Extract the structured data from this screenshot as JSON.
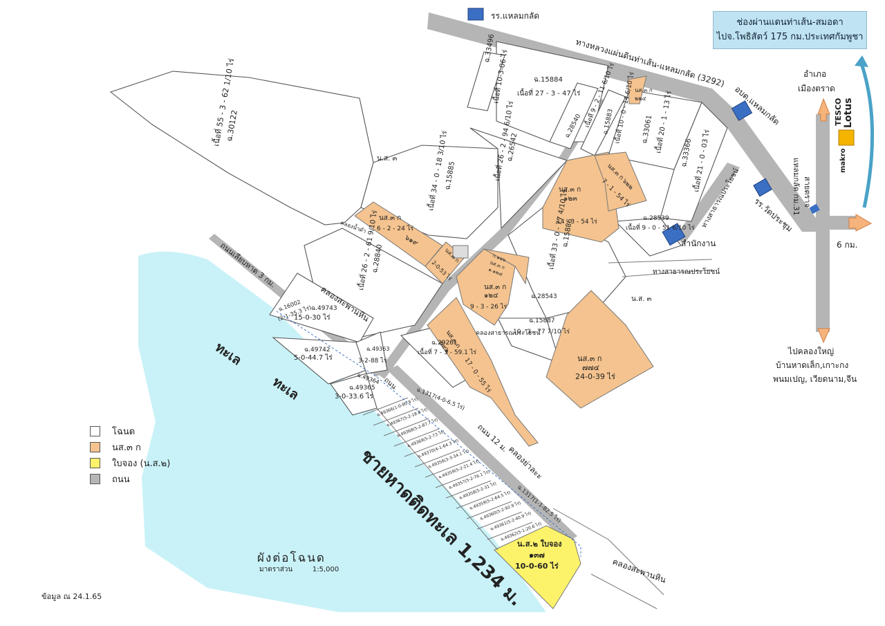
{
  "info_box": {
    "line1": "ช่องผ่านแดนท่าเส้น-สมอดา",
    "line2": "ไปจ.โพธิสัตว์ 175 กม.ประเทศกัมพูชา"
  },
  "roads": {
    "highway": "ทางหลวงแผ่นดินท่าเส้น-แหลมกลัด (3292)",
    "beach_road": "ถนนเลียบหาด 3 กม.",
    "trat_road": "สายตราจ",
    "laem_klat_km": "แหลมกลัด กม.31",
    "road_12m": "ถนน 12 ม.",
    "road_small": "ถนน",
    "public_way_1": "ทางสาธารณประโยชน์",
    "public_way_2": "ทางสาธารณประโยชน์",
    "public_canal": "คลองสาธารณประโยชน์"
  },
  "places": {
    "school_laem_klat": "รร.แหลมกลัด",
    "obt_laem_klat": "อบต.แหลมกลัด",
    "school_wat": "รร.วัดประชุม",
    "office": "สำนักงาน",
    "district": "อำเภอ",
    "mueang_trat": "เมืองตราด",
    "six_km": "6 กม.",
    "khlong_yai_1": "ไปคลองใหญ่",
    "khlong_yai_2": "บ้านหาดเล็ก,เกาะกง",
    "khlong_yai_3": "พนมเปญ, เวียดนาม,จีน",
    "store_tesco": "TESCO",
    "store_lotus": "Lotus",
    "store_makro": "makro",
    "sea_1": "ทะเล",
    "sea_2": "ทะเล",
    "beach_front": "ชายหาดติดทะเล 1,234 ม.",
    "khlong_saphan_hin_1": "คลองสะพานหิน",
    "khlong_saphan_hin_2": "คลองสะพานหิน",
    "khlong_ya_la": "คลองย่าละะ",
    "khlong_small": "คลองน้ำดำ",
    "ns3_a": "น.ส. ๓",
    "ns3_b": "น.ส. ๓"
  },
  "parcels": {
    "p33496": {
      "id": "ฉ.33496",
      "area": "เนื้อที่ 10-3-06 ไร่"
    },
    "p15884": {
      "id": "ฉ.15884",
      "area": "เนื้อที่ 27 - 3 - 47 ไร่"
    },
    "p28540": {
      "id": "ฉ.28540",
      "area": "เนื้อที่ 9 - 2 - 11 6/10 ไร่"
    },
    "p15883": {
      "id": "ฉ.15883",
      "area": "เนื้อที่ 10 - 0 - 14 6/10 ไร่"
    },
    "p33061": {
      "id": "ฉ.33061",
      "area": "เนื้อที่ 20 - 1 - 13 ไร่"
    },
    "p33366": {
      "id": "ฉ.33366",
      "area": "เนื้อที่ 21 - 0 - 03 ไร่"
    },
    "p30122": {
      "id": "ฉ.30122",
      "area": "เนื้อที่ 55 - 3 - 62 1/10 ไร่"
    },
    "p26542": {
      "id": "ฉ.26542",
      "area": "เนื้อที่ 26 - 2 - 94 6/10 ไร่"
    },
    "p15885": {
      "id": "ฉ.15885",
      "area": "เนื้อที่ 34 - 0 - 18 3/10 ไร่"
    },
    "p15886": {
      "id": "ฉ.15886",
      "area": "เนื้อที่ 33 - 0 - 77 4/10 ไร่"
    },
    "p28539": {
      "id": "ฉ.28539",
      "area": "เนื้อที่ 9 - 0 - 51 6/10 ไร่"
    },
    "p28840": {
      "id": "ฉ.28840",
      "area": "เนื้อที่ 26 - 2 - 61 9/10 ไร่"
    },
    "p28543": {
      "id": "ฉ.28543",
      "area": ""
    },
    "p15887": {
      "id": "ฉ.15887",
      "area": "10 - 3 - 77 7/10 ไร่"
    },
    "p49743": {
      "id": "ฉ.49743",
      "area": "15-0-30 ไร่"
    },
    "p49742": {
      "id": "ฉ.49742",
      "area": "5-0-44.7 ไร่"
    },
    "p49363": {
      "id": "ฉ.49363",
      "area": "3-2-88 ไร่"
    },
    "p49365": {
      "id": "ฉ.49365",
      "area": "3-0-33.6 ไร่"
    },
    "p29261": {
      "id": "ฉ.29261",
      "area": "เนื้อที่ 7 - 3 - 59.1 ไร่"
    },
    "p49364": {
      "id": "ฉ.49364",
      "area": ""
    },
    "p16002": {
      "id": "ฉ.16002",
      "area": "(2-1-35.3 ไร่)"
    },
    "p1317a": {
      "id": "ฉ.1317(4-0-6.5 ไร่)",
      "area": ""
    },
    "p1317b": {
      "id": "ฉ.1317(1-1-82.5 ไร่)",
      "area": ""
    }
  },
  "ns3k": {
    "a": {
      "id": "นส.๓ ก",
      "num": "๖๑๙",
      "area": "6 - 2 - 24 ไร่"
    },
    "b": {
      "id": "นส.๓ ก",
      "num": "๑๒๓",
      "area": "14 - 3 - 54 ไร่"
    },
    "c": {
      "id": "นส.๓ ก",
      "num": "๖๒๒",
      "area": "7 - 1 - 54 ไร่"
    },
    "d": {
      "id": "นส.๓ ก",
      "num": "๑๒๔",
      "area": "9 - 3 - 26 ไร่"
    },
    "e": {
      "id": "นส.๓ ก",
      "num": "๗๙๖",
      "area": "17 - 0 - 55 ไร่"
    },
    "f": {
      "id": "นส.๓ ก",
      "num": "๗๗๔",
      "area": "24-0-39 ไร่"
    },
    "g": {
      "id": "นส.๓ ก",
      "num": "๒๒๔",
      "area": ""
    },
    "h": {
      "id": "นส.๓ ก",
      "num": "๑๒๕",
      "area": "2-0-53 ไร่"
    },
    "i": {
      "id": "ก.๑๒๖",
      "num": "นส.๓ ก",
      "area": "๑.๑๒๘"
    }
  },
  "ns2": {
    "line1": "น.ส.๒ ใบจอง",
    "line2": "๑๓๗",
    "line3": "10-0-60 ไร่"
  },
  "small_lots": [
    "ฉ.49366(1-0-90.9 ไร่)",
    "ฉ.49367(5-2-18.8 ไร่)",
    "ฉ.49368(5-2-87.7 ไร่)",
    "ฉ.49369(5-2-73 ไร่)",
    "ฉ.49370(4-1-64.3 ไร่)",
    "ฉ.49356(3-3-34.1 ไร่)",
    "ฉ.49359(5-2-21.4 ไร่)",
    "ฉ.49357(5-2-76.1 ไร่)",
    "ฉ.49358(5-2-31 ไร่)",
    "ฉ.49359(5-2-64.5 ไร่)",
    "ฉ.49360(5-2-92.9 ไร่)",
    "ฉ.49361(5-2-40.9 ไร่)",
    "ฉ.49362(5-1-20.6 ไร่)"
  ],
  "legend": {
    "items": [
      {
        "label": "โฉนด",
        "color": "#ffffff"
      },
      {
        "label": "นส.๓ ก",
        "color": "#f4c38f"
      },
      {
        "label": "ใบจอง (น.ส.๒)",
        "color": "#fdf36b"
      },
      {
        "label": "ถนน",
        "color": "#b5b5b5"
      }
    ]
  },
  "scale": {
    "title": "ผังต่อโฉนด",
    "label": "มาตราส่วน",
    "value": "1:5,000"
  },
  "footer": {
    "data_date": "ข้อมูล ณ 24.1.65"
  },
  "colors": {
    "sea": "#c9f2f8",
    "orange": "#f4c38f",
    "yellow": "#fdf36b",
    "road": "#b5b5b5",
    "blue_building": "#3b6fc4",
    "arrow": "#f6b37c"
  }
}
